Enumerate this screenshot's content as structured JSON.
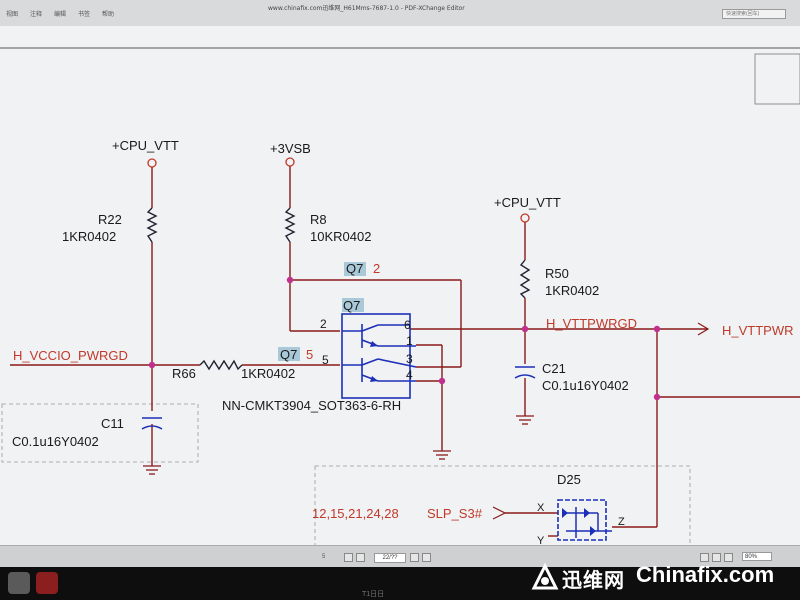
{
  "app": {
    "window_title": "www.chinafix.com迅维网_H61Mms-7687-1.0 - PDF-XChange Editor",
    "menu": [
      "视图",
      "注释",
      "编辑",
      "书签",
      "帮助"
    ],
    "search_placeholder": "快速搜索(回车)"
  },
  "schematic": {
    "nets": {
      "cpu_vtt_1": "+CPU_VTT",
      "v3vsb": "+3VSB",
      "cpu_vtt_2": "+CPU_VTT",
      "h_vccio_pwrgd": "H_VCCIO_PWRGD",
      "h_vttpwrgd": "H_VTTPWRGD",
      "h_vttpwr_offpage": "H_VTTPWR",
      "slp_s3": "SLP_S3#",
      "slp_s3_refs": "12,15,21,24,28"
    },
    "parts": {
      "r22_ref": "R22",
      "r22_val": "1KR0402",
      "r8_ref": "R8",
      "r8_val": "10KR0402",
      "r50_ref": "R50",
      "r50_val": "1KR0402",
      "r66_ref": "R66",
      "r66_val": "1KR0402",
      "c11_ref": "C11",
      "c11_val": "C0.1u16Y0402",
      "c21_ref": "C21",
      "c21_val": "C0.1u16Y0402",
      "q7_ref": "Q7",
      "q7_part": "NN-CMKT3904_SOT363-6-RH",
      "q7_tag_upper": "Q7",
      "q7_tag_upper_pin": "2",
      "q7_tag_left": "Q7",
      "q7_tag_left_pin": "5",
      "d25_ref": "D25",
      "d25_pin_x": "X",
      "d25_pin_y": "Y",
      "d25_pin_z": "Z"
    },
    "pins": {
      "p2": "2",
      "p5": "5",
      "p6": "6",
      "p1": "1",
      "p3": "3",
      "p4": "4"
    },
    "colors": {
      "wire": "#8a1a1a",
      "label_red": "#c0392b",
      "black_text": "#1a1a1a",
      "junction": "#c0308c",
      "component_blue": "#1c2fb8",
      "highlight": "#a9c8d8",
      "resistor": "#222233"
    }
  },
  "statusbar": {
    "page": "22/??",
    "zoom": "80%",
    "page_left": "5"
  },
  "taskbar": {
    "label": "T1日日"
  },
  "watermark": {
    "cn": "迅维网",
    "en": "Chinafix.com"
  }
}
